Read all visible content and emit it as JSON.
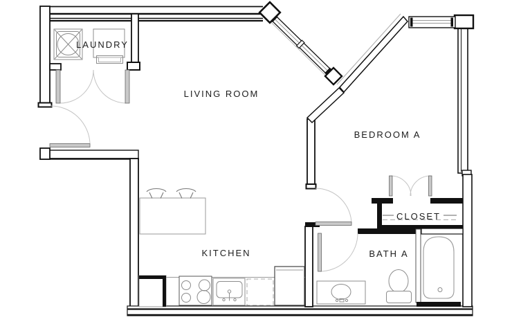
{
  "floorplan": {
    "labels": {
      "laundry": "LAUNDRY",
      "living_room": "LIVING ROOM",
      "bedroom_a": "BEDROOM A",
      "kitchen": "KITCHEN",
      "closet": "CLOSET",
      "bath_a": "BATH A"
    },
    "fixtures": [
      "washer",
      "dryer",
      "kitchen-island",
      "bar-stools",
      "pantry",
      "range",
      "kitchen-sink",
      "dishwasher",
      "refrigerator",
      "vanity-sink",
      "toilet",
      "bathtub"
    ],
    "doors": [
      "entry-door",
      "laundry-double-door",
      "bedroom-door",
      "bath-door",
      "closet-double-door"
    ],
    "windows": [
      "diagonal-window",
      "top-window"
    ],
    "colors": {
      "wall_line": "#111111",
      "fixture_line": "#8c8c8c",
      "door_leaf": "#c9c9c9",
      "door_arc": "#c4c4c4",
      "background": "#ffffff",
      "label_text": "#1c1c1c"
    }
  }
}
